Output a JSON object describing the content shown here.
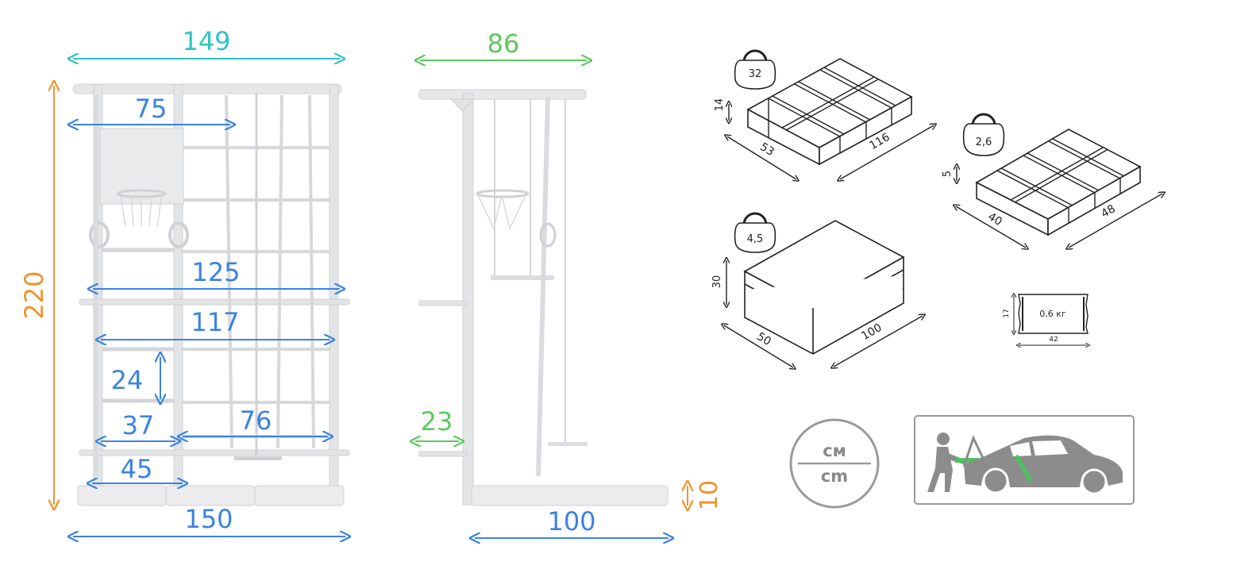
{
  "front_view": {
    "width_top": "149",
    "height": "220",
    "board_width": "75",
    "span_125": "125",
    "span_117": "117",
    "rung_spacing": "24",
    "ladder_37": "37",
    "net_76": "76",
    "ladder_45": "45",
    "base_width": "150"
  },
  "side_view": {
    "depth_top": "86",
    "bar_23": "23",
    "mat_thickness": "10",
    "mat_length": "100"
  },
  "packages": {
    "box1": {
      "weight": "32",
      "height": "14",
      "width": "53",
      "length": "116"
    },
    "box2": {
      "weight": "2,6",
      "height": "5",
      "width": "40",
      "length": "48"
    },
    "box3": {
      "weight": "4,5",
      "height": "30",
      "width": "50",
      "length": "100"
    },
    "bag": {
      "weight": "0,6 кг",
      "height": "17",
      "width": "42"
    }
  },
  "units": {
    "top": "см",
    "bottom": "cm"
  },
  "colors": {
    "teal": "#2ec4c4",
    "green": "#5cc85c",
    "blue": "#3b82e0",
    "orange": "#f0922e",
    "frame": "#d8dadd",
    "car": "#8c8c8c"
  }
}
